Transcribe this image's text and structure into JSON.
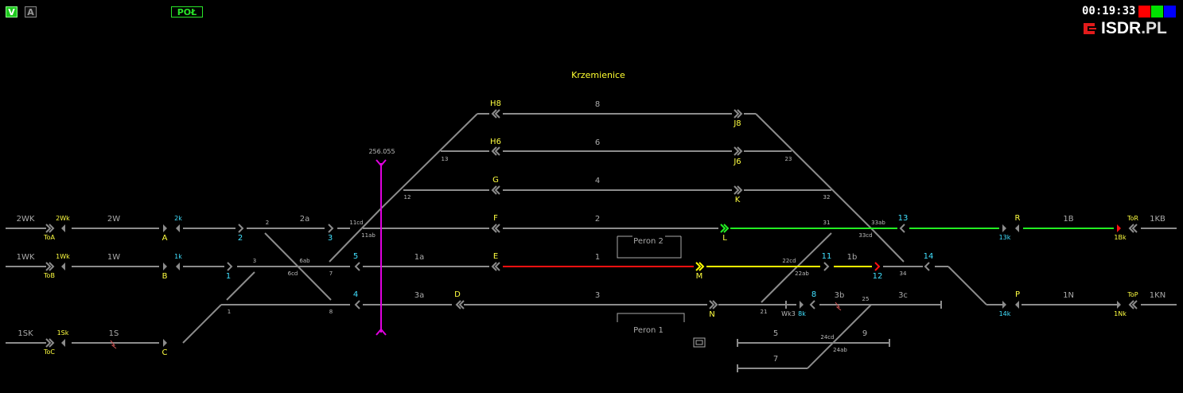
{
  "toolbar": {
    "v_label": "V",
    "a_label": "A",
    "mode_label": "POŁ"
  },
  "clock": "00:19:33",
  "status_colors": [
    "#ff0000",
    "#00e000",
    "#0000ff"
  ],
  "logo": {
    "main": "ISDR",
    "dot": ".",
    "suffix": "PL"
  },
  "station_name": "Krzemienice",
  "km_marker": "256.055",
  "platforms": {
    "p2": "Peron 2",
    "p1": "Peron 1"
  },
  "track_colors": {
    "occupied": "#ff0000",
    "route_set": "#22ee22",
    "shunt_route": "#ffff00",
    "free": "#8c8c8c"
  },
  "signals": {
    "A": "A",
    "B": "B",
    "C": "C",
    "D": "D",
    "E": "E",
    "F": "F",
    "G": "G",
    "H8": "H8",
    "H6": "H6",
    "J8": "J8",
    "J6": "J6",
    "K": "K",
    "L": "L",
    "M": "M",
    "N": "N",
    "P": "P",
    "R": "R",
    "s2": "2",
    "s3": "3",
    "s4": "4",
    "s5": "5",
    "s1": "1",
    "s8": "8",
    "s11": "11",
    "s12": "12",
    "s13": "13",
    "s14": "14",
    "ToA": "ToA",
    "ToB": "ToB",
    "ToC": "ToC",
    "ToR": "ToR",
    "ToP": "ToP",
    "s2Wk": "2Wk",
    "s1Wk": "1Wk",
    "s1Sk": "1Sk",
    "s2k": "2k",
    "s1k": "1k",
    "s13k": "13k",
    "s14k": "14k",
    "s1Bk": "1Bk",
    "s1Nk": "1Nk",
    "s8k": "8k",
    "Wk3": "Wk3"
  },
  "tracks": {
    "t2WK": "2WK",
    "t1WK": "1WK",
    "t1SK": "1SK",
    "t2W": "2W",
    "t1W": "1W",
    "t1S": "1S",
    "t2a": "2a",
    "t1a": "1a",
    "t3a": "3a",
    "t8": "8",
    "t6": "6",
    "t4": "4",
    "t2": "2",
    "t1": "1",
    "t3": "3",
    "t1b": "1b",
    "t1B": "1B",
    "t1N": "1N",
    "t1KB": "1KB",
    "t1KN": "1KN",
    "t3b": "3b",
    "t3c": "3c",
    "t5": "5",
    "t9": "9",
    "t7": "7"
  },
  "switches": {
    "sw1": "1",
    "sw2": "2",
    "sw3": "3",
    "sw6ab": "6ab",
    "sw6cd": "6cd",
    "sw7": "7",
    "sw8": "8",
    "sw11cd": "11cd",
    "sw11ab": "11ab",
    "sw12": "12",
    "sw13": "13",
    "sw21": "21",
    "sw22cd": "22cd",
    "sw22ab": "22ab",
    "sw23": "23",
    "sw25": "25",
    "sw24cd": "24cd",
    "sw24ab": "24ab",
    "sw31": "31",
    "sw32": "32",
    "sw33ab": "33ab",
    "sw33cd": "33cd",
    "sw34": "34"
  }
}
